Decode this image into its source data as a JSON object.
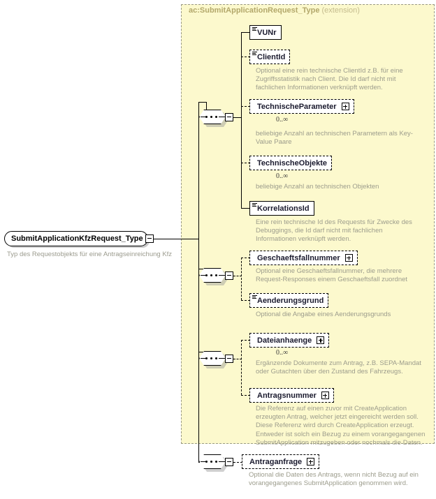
{
  "diagram": {
    "kind": "xsd-schema-diagram",
    "root": {
      "name": "SubmitApplicationKfzRequest_Type",
      "documentation": "Typ des Requestobjekts für eine Antragseinreichung Kfz",
      "expander": "minus"
    },
    "extension": {
      "label": "ac:SubmitApplicationRequest_Type",
      "kind": "(extension)",
      "background": "#fcf9cd",
      "border": "#9a9a84"
    },
    "groups": [
      {
        "id": "group-1",
        "compositor": "sequence",
        "expander": "minus",
        "inside_extension": true,
        "elements": [
          {
            "name": "VUNr",
            "occurrence": "",
            "required": true,
            "expandable": false,
            "simple_type_glyph": true,
            "documentation": ""
          },
          {
            "name": "ClientId",
            "occurrence": "",
            "required": false,
            "expandable": false,
            "simple_type_glyph": true,
            "documentation": "Optional eine rein technische ClientId z.B. für eine Zugriffsstatistik nach Client. Die Id darf nicht mit fachlichen Informationen verknüpft werden."
          },
          {
            "name": "TechnischeParameter",
            "occurrence": "0..∞",
            "required": false,
            "expandable": true,
            "simple_type_glyph": false,
            "documentation": "beliebige Anzahl an technischen Parametern als Key-Value Paare"
          },
          {
            "name": "TechnischeObjekte",
            "occurrence": "0..∞",
            "required": false,
            "expandable": false,
            "simple_type_glyph": false,
            "documentation": "beliebige Anzahl an technischen Objekten"
          },
          {
            "name": "KorrelationsId",
            "occurrence": "",
            "required": true,
            "expandable": false,
            "simple_type_glyph": true,
            "documentation": "Eine rein technische Id des Requests für Zwecke des Debuggings, die Id darf nicht mit fachlichen Informationen verknüpft werden."
          }
        ]
      },
      {
        "id": "group-2",
        "compositor": "sequence",
        "expander": "minus",
        "inside_extension": true,
        "elements": [
          {
            "name": "Geschaeftsfallnummer",
            "occurrence": "",
            "required": false,
            "expandable": true,
            "simple_type_glyph": false,
            "documentation": "Optional eine Geschaeftsfallnummer, die mehrere Request-Responses einem Geschaeftsfall zuordnet"
          },
          {
            "name": "Aenderungsgrund",
            "occurrence": "",
            "required": false,
            "expandable": false,
            "simple_type_glyph": true,
            "documentation": "Optional die Angabe eines Aenderungsgrunds"
          }
        ]
      },
      {
        "id": "group-3",
        "compositor": "sequence",
        "expander": "minus",
        "inside_extension": true,
        "elements": [
          {
            "name": "Dateianhaenge",
            "occurrence": "0..∞",
            "required": false,
            "expandable": true,
            "simple_type_glyph": false,
            "documentation": "Ergänzende Dokumente zum Antrag, z.B. SEPA-Mandat oder Gutachten über den Zustand des Fahrzeugs."
          },
          {
            "name": "Antragsnummer",
            "occurrence": "",
            "required": false,
            "expandable": true,
            "simple_type_glyph": false,
            "documentation": "Die Referenz auf einen zuvor mit CreateApplication erzeugten Antrag, welcher jetzt eingereicht werden soll. Diese Referenz wird durch CreateApplication erzeugt. Entweder ist solch ein Bezug zu einem vorangegangenen SubmitApplication mitzugeben oder nochmals die Daten."
          }
        ]
      },
      {
        "id": "group-4",
        "compositor": "sequence",
        "expander": "minus",
        "inside_extension": false,
        "elements": [
          {
            "name": "Antraganfrage",
            "occurrence": "",
            "required": false,
            "expandable": true,
            "simple_type_glyph": false,
            "documentation": "Optional die Daten des Antrags, wenn nicht Bezug auf ein vorangegangenes SubmitApplication genommen wird."
          }
        ]
      }
    ]
  }
}
